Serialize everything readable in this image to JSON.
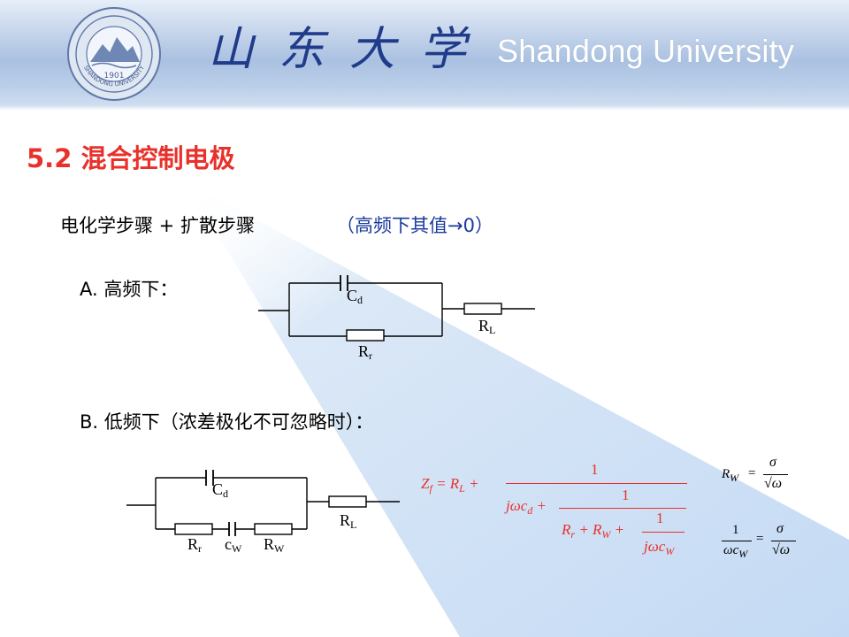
{
  "header": {
    "school_name_cn": "山东大学",
    "school_name_en": "Shandong University",
    "logo": {
      "icon": "university-seal-icon",
      "year": "1901",
      "ring_text": "SHANDONG UNIVERSITY"
    }
  },
  "colors": {
    "title": "#e8312a",
    "note": "#1a3a9c",
    "formula": "#e8312a",
    "beam": "#cfe0f5"
  },
  "slide": {
    "title": "5.2 混合控制电极",
    "line1": "电化学步骤 + 扩散步骤",
    "line1_note": "（高频下其值→0）",
    "case_a_label": "A. 高频下：",
    "case_b_label": "B. 低频下（浓差极化不可忽略时）："
  },
  "circuit_a": {
    "labels": {
      "cd": "C",
      "cd_sub": "d",
      "rr": "R",
      "rr_sub": "r",
      "rl": "R",
      "rl_sub": "L"
    }
  },
  "circuit_b": {
    "labels": {
      "cd": "C",
      "cd_sub": "d",
      "rr": "R",
      "rr_sub": "r",
      "cw": "c",
      "cw_sub": "W",
      "rw": "R",
      "rw_sub": "W",
      "rl": "R",
      "rl_sub": "L"
    }
  },
  "formulas": {
    "zf": {
      "z": "Z",
      "z_sub": "f",
      "eq": "= R",
      "eq_sub": "L",
      "plus": "+",
      "one1": "1",
      "jw": "jωc",
      "jw_sub": "d",
      "plus2": "+",
      "one2": "1",
      "rr": "R",
      "rr_sub": "r",
      "rw": "+ R",
      "rw_sub": "W",
      "plus3": "+",
      "one3": "1",
      "jw3": "jωc",
      "jw3_sub": "W"
    },
    "rw": {
      "lhs": "R",
      "lhs_sub": "W",
      "eq": "=",
      "num": "σ",
      "den": "√ω"
    },
    "cw": {
      "num": "1",
      "den": "ωc",
      "den_sub": "W",
      "eq": "=",
      "rnum": "σ",
      "rden": "√ω"
    }
  }
}
